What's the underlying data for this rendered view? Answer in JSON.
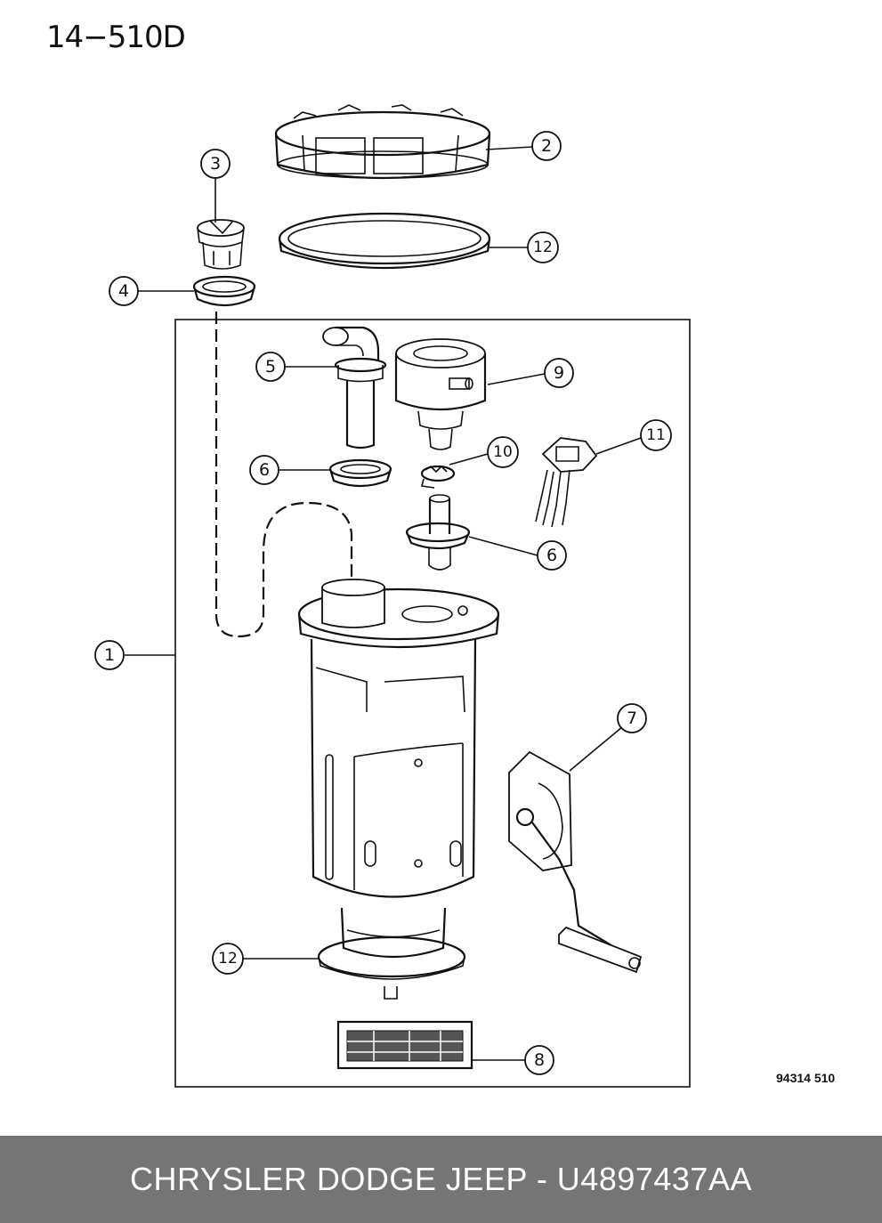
{
  "diagram": {
    "page_code": "14−510D",
    "reference_code": "94314  510",
    "callouts": [
      {
        "id": "c1",
        "label": "1"
      },
      {
        "id": "c2",
        "label": "2"
      },
      {
        "id": "c3",
        "label": "3"
      },
      {
        "id": "c4",
        "label": "4"
      },
      {
        "id": "c5",
        "label": "5"
      },
      {
        "id": "c6a",
        "label": "6"
      },
      {
        "id": "c6b",
        "label": "6"
      },
      {
        "id": "c7",
        "label": "7"
      },
      {
        "id": "c8",
        "label": "8"
      },
      {
        "id": "c9",
        "label": "9"
      },
      {
        "id": "c10",
        "label": "10"
      },
      {
        "id": "c11",
        "label": "11"
      },
      {
        "id": "c12a",
        "label": "12"
      },
      {
        "id": "c12b",
        "label": "12"
      }
    ]
  },
  "footer": {
    "caption": "CHRYSLER DODGE JEEP - U4897437AA"
  }
}
